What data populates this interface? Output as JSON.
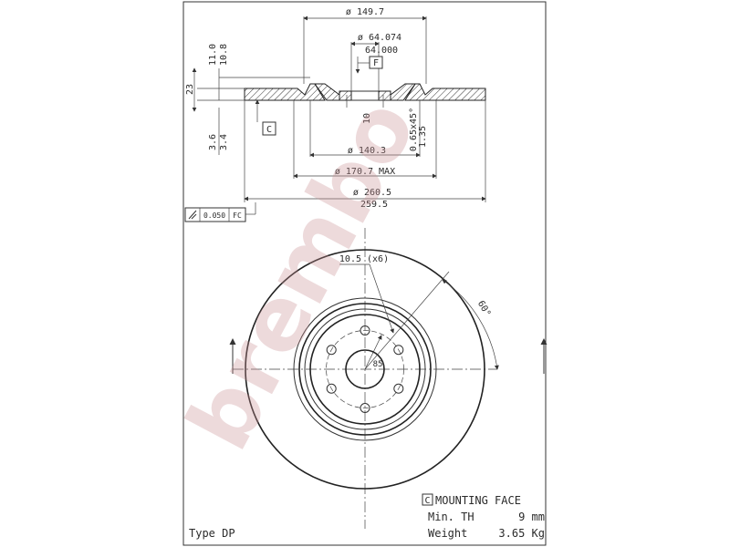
{
  "section": {
    "dia_149_7": "ø 149.7",
    "dia_64_074": "ø 64.074",
    "dia_64_000": "64.000",
    "datum_f": "F",
    "dim_11_0": "11.0",
    "dim_10_8": "10.8",
    "dim_23": "23",
    "datum_c": "C",
    "dim_3_6": "3.6",
    "dim_3_4": "3.4",
    "dim_10": "10",
    "chamfer": "0.65x45°",
    "dim_1_35": "1.35",
    "dia_140_3": "ø 140.3",
    "dia_170_7": "ø 170.7 MAX",
    "dia_260_5": "ø 260.5",
    "dia_259_5": "259.5"
  },
  "tolerance": {
    "value": "0.050",
    "datum": "FC"
  },
  "front": {
    "holes": "10.5 (x6)",
    "angle": "60°",
    "pcd": "85"
  },
  "info": {
    "mounting_face_box": "C",
    "mounting_face_label": "MOUNTING FACE",
    "min_th_label": "Min. TH",
    "min_th_value": "9 mm",
    "weight_label": "Weight",
    "weight_value": "3.65 Kg",
    "type": "Type DP"
  },
  "watermark": "brembo"
}
